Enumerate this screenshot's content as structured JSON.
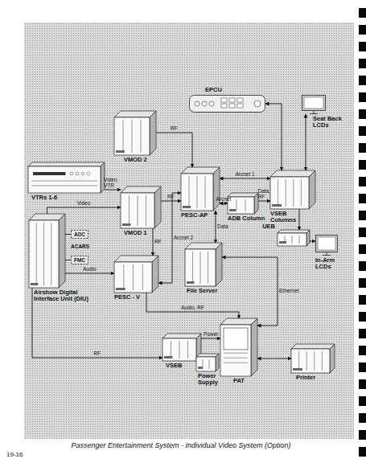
{
  "diagram": {
    "caption": "Passenger Entertainment System - Individual Video System (Option)",
    "nodes": [
      {
        "text": [
          "EPCU"
        ]
      },
      {
        "text": [
          "Seat Back LCDs"
        ]
      },
      {
        "text": [
          "VMOD 2"
        ]
      },
      {
        "text": [
          "VTRs 1-6"
        ]
      },
      {
        "text": [
          "VMOD 1"
        ]
      },
      {
        "text": [
          "PESC-AP"
        ]
      },
      {
        "text": [
          "ADB Column"
        ]
      },
      {
        "text": [
          "VSEB Columns"
        ]
      },
      {
        "text": [
          "UEB"
        ]
      },
      {
        "text": [
          "In-Arm LCDs"
        ]
      },
      {
        "text": [
          "Airshow Digital Interface Unit (DIU)"
        ]
      },
      {
        "text": [
          "ADC"
        ]
      },
      {
        "text": [
          "FMC"
        ]
      },
      {
        "text": [
          "PESC - V"
        ]
      },
      {
        "text": [
          "File Server"
        ]
      },
      {
        "text": [
          "VSEB"
        ]
      },
      {
        "text": [
          "Power Supply"
        ]
      },
      {
        "text": [
          "PAT"
        ]
      },
      {
        "text": [
          "Printer"
        ]
      }
    ],
    "edges": [
      {
        "from": 3,
        "to": 4,
        "label": "Video VTR",
        "arrow": "to"
      },
      {
        "from": 10,
        "to": 4,
        "label": "Video",
        "arrow": "to"
      },
      {
        "from": 2,
        "to": 5,
        "label": "RF",
        "arrow": "to"
      },
      {
        "from": 4,
        "to": 5,
        "label": "RF",
        "arrow": "to"
      },
      {
        "from": 4,
        "to": 13,
        "label": "RF",
        "arrow": "to"
      },
      {
        "from": 10,
        "to": 13,
        "label": "Audio",
        "arrow": "to"
      },
      {
        "from": 13,
        "to": 5,
        "label": "Arcnet 2",
        "arrow": "both"
      },
      {
        "from": 5,
        "to": 6,
        "label": "Arcnet",
        "arrow": "both"
      },
      {
        "from": 5,
        "to": 7,
        "label": "Arcnet 1",
        "arrow": "both"
      },
      {
        "from": 6,
        "to": 7,
        "label": "Data, RF",
        "arrow": "to"
      },
      {
        "from": 0,
        "to": 7,
        "arrow": "both"
      },
      {
        "from": 1,
        "to": 7,
        "arrow": "both"
      },
      {
        "from": 7,
        "to": 8,
        "arrow": "to"
      },
      {
        "from": 8,
        "to": 9,
        "arrow": "to"
      },
      {
        "from": 14,
        "to": 5,
        "label": "Data",
        "arrow": "both"
      },
      {
        "from": 14,
        "to": 17,
        "label": "Ethernet",
        "arrow": "both"
      },
      {
        "from": 10,
        "to": 15,
        "label": "RF",
        "arrow": "to"
      },
      {
        "from": 13,
        "to": 17,
        "label": "Audio, RF",
        "arrow": "to"
      },
      {
        "from": 15,
        "to": 17,
        "label": "Power",
        "arrow": "to"
      },
      {
        "from": 17,
        "to": 18,
        "arrow": "both"
      },
      {
        "from": 11,
        "to": 10,
        "arrow": "none"
      },
      {
        "from": 12,
        "to": 10,
        "arrow": "none"
      }
    ],
    "labels": [
      "ACARS",
      "19-16"
    ]
  }
}
